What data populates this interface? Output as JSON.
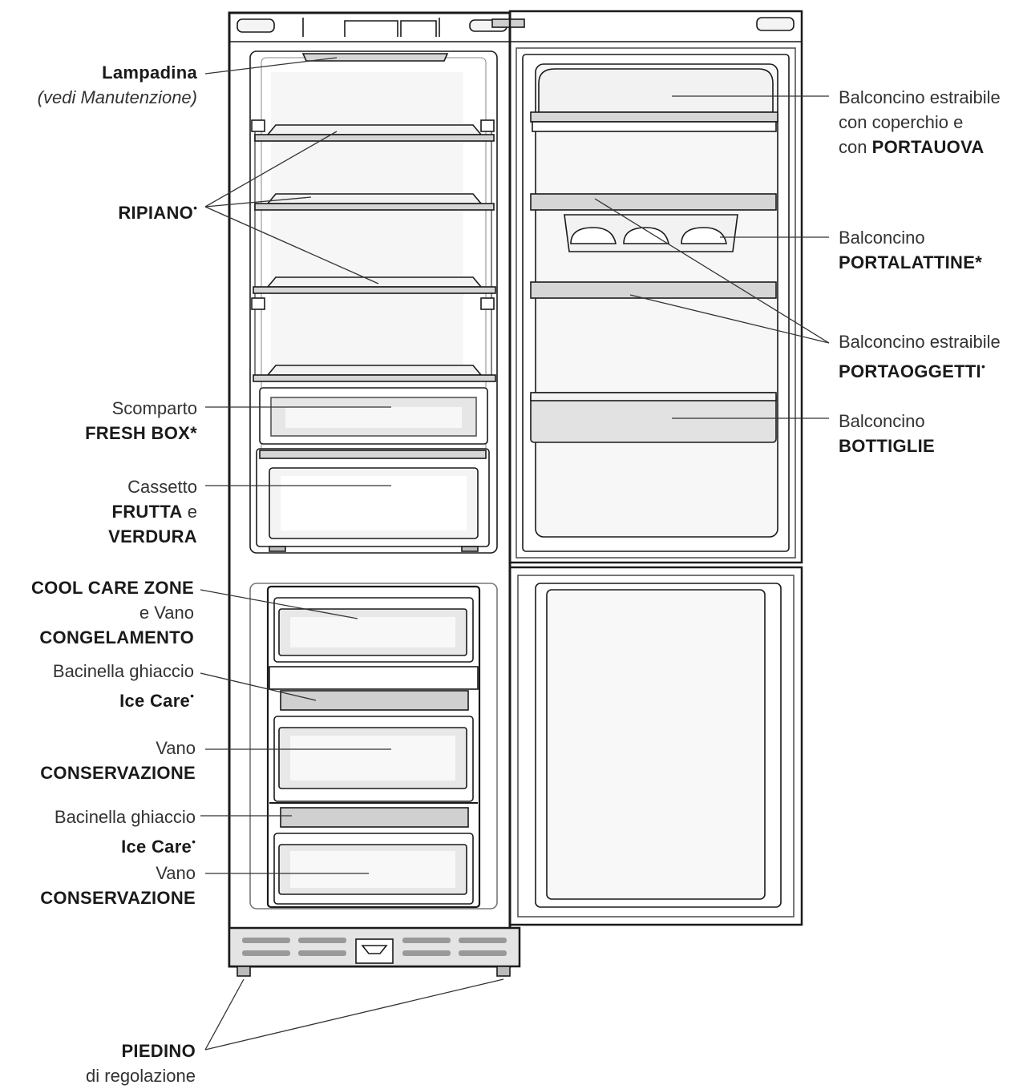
{
  "labels": {
    "lampadina": {
      "name": "Lampadina",
      "note": "(vedi Manutenzione)"
    },
    "ripiano": {
      "name": "RIPIANO",
      "mark": "•"
    },
    "fresh_box": {
      "line1": "Scomparto",
      "line2": "FRESH BOX",
      "mark": "*"
    },
    "cassetto": {
      "line1": "Cassetto",
      "line2a": "FRUTTA",
      "line2b": "e",
      "line3": "VERDURA"
    },
    "cool_care": {
      "line1": "COOL CARE ZONE",
      "line2": "e Vano",
      "line3": "CONGELAMENTO"
    },
    "bacinella_1": {
      "line1": "Bacinella ghiaccio",
      "line2": "Ice Care",
      "mark": "•"
    },
    "vano_1": {
      "line1": "Vano",
      "line2": "CONSERVAZIONE"
    },
    "bacinella_2": {
      "line1": "Bacinella ghiaccio",
      "line2": "Ice Care",
      "mark": "•"
    },
    "vano_2": {
      "line1": "Vano",
      "line2": "CONSERVAZIONE"
    },
    "piedino": {
      "line1": "PIEDINO",
      "line2": "di regolazione"
    },
    "balconcino_portauova": {
      "line1": "Balconcino estraibile",
      "line2": "con coperchio e",
      "line3a": "con",
      "line3b": "PORTAUOVA"
    },
    "balconcino_portalattine": {
      "line1": "Balconcino",
      "line2": "PORTALATTINE*"
    },
    "balconcino_portaoggetti": {
      "line1": "Balconcino estraibile",
      "line2": "PORTAOGGETTI",
      "mark": "•"
    },
    "balconcino_bottiglie": {
      "line1": "Balconcino",
      "line2": "BOTTIGLIE"
    }
  },
  "colors": {
    "line": "#1a1a1a",
    "fill": "#ffffff",
    "shade": "#d6d6d6",
    "light": "#f0f0f0"
  }
}
